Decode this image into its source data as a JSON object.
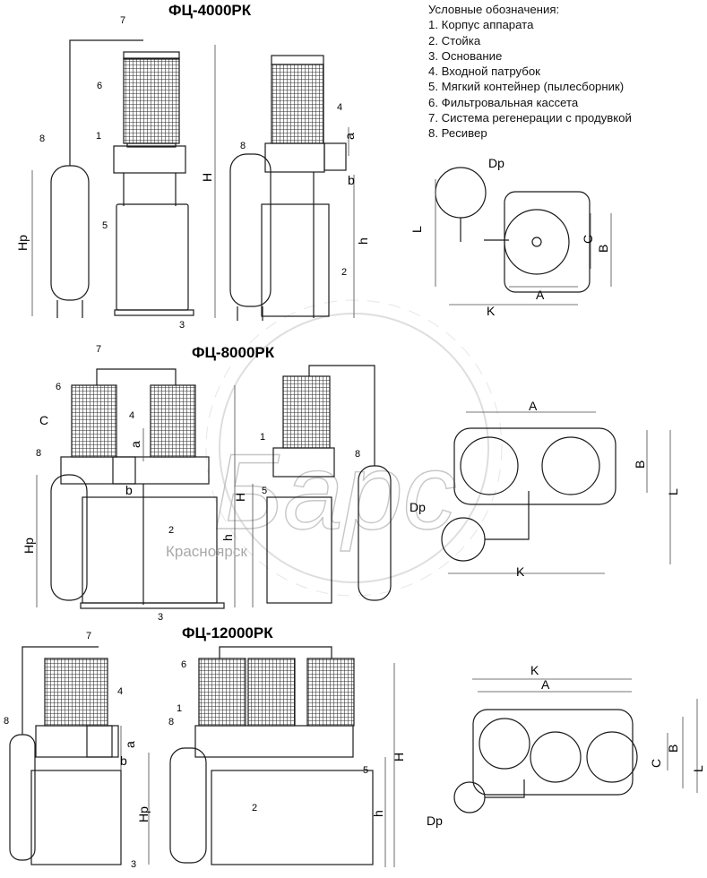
{
  "legend": {
    "heading": "Условные обозначения:",
    "items": [
      "1. Корпус аппарата",
      "2. Стойка",
      "3. Основание",
      "4. Входной патрубок",
      "5. Мягкий контейнер (пылесборник)",
      "6. Фильтровальная кассета",
      "7. Система регенерации с продувкой",
      "8. Ресивер"
    ]
  },
  "models": [
    {
      "title": "ФЦ-4000РК"
    },
    {
      "title": "ФЦ-8000РК"
    },
    {
      "title": "ФЦ-12000РК"
    }
  ],
  "watermark": {
    "brand": "Барс",
    "city": "Красноярск"
  },
  "part_numbers": [
    "1",
    "2",
    "3",
    "4",
    "5",
    "6",
    "7",
    "8"
  ],
  "dimensions": {
    "H": "H",
    "h": "h",
    "Hp": "Hp",
    "a": "a",
    "b": "b",
    "A": "A",
    "B": "B",
    "C": "C",
    "K": "K",
    "L": "L",
    "Dp": "Dp"
  },
  "colors": {
    "line": "#1a1a1a",
    "light": "#6a6a6a",
    "mesh": "#2a2a2a",
    "watermark": "#b8b8b8"
  }
}
